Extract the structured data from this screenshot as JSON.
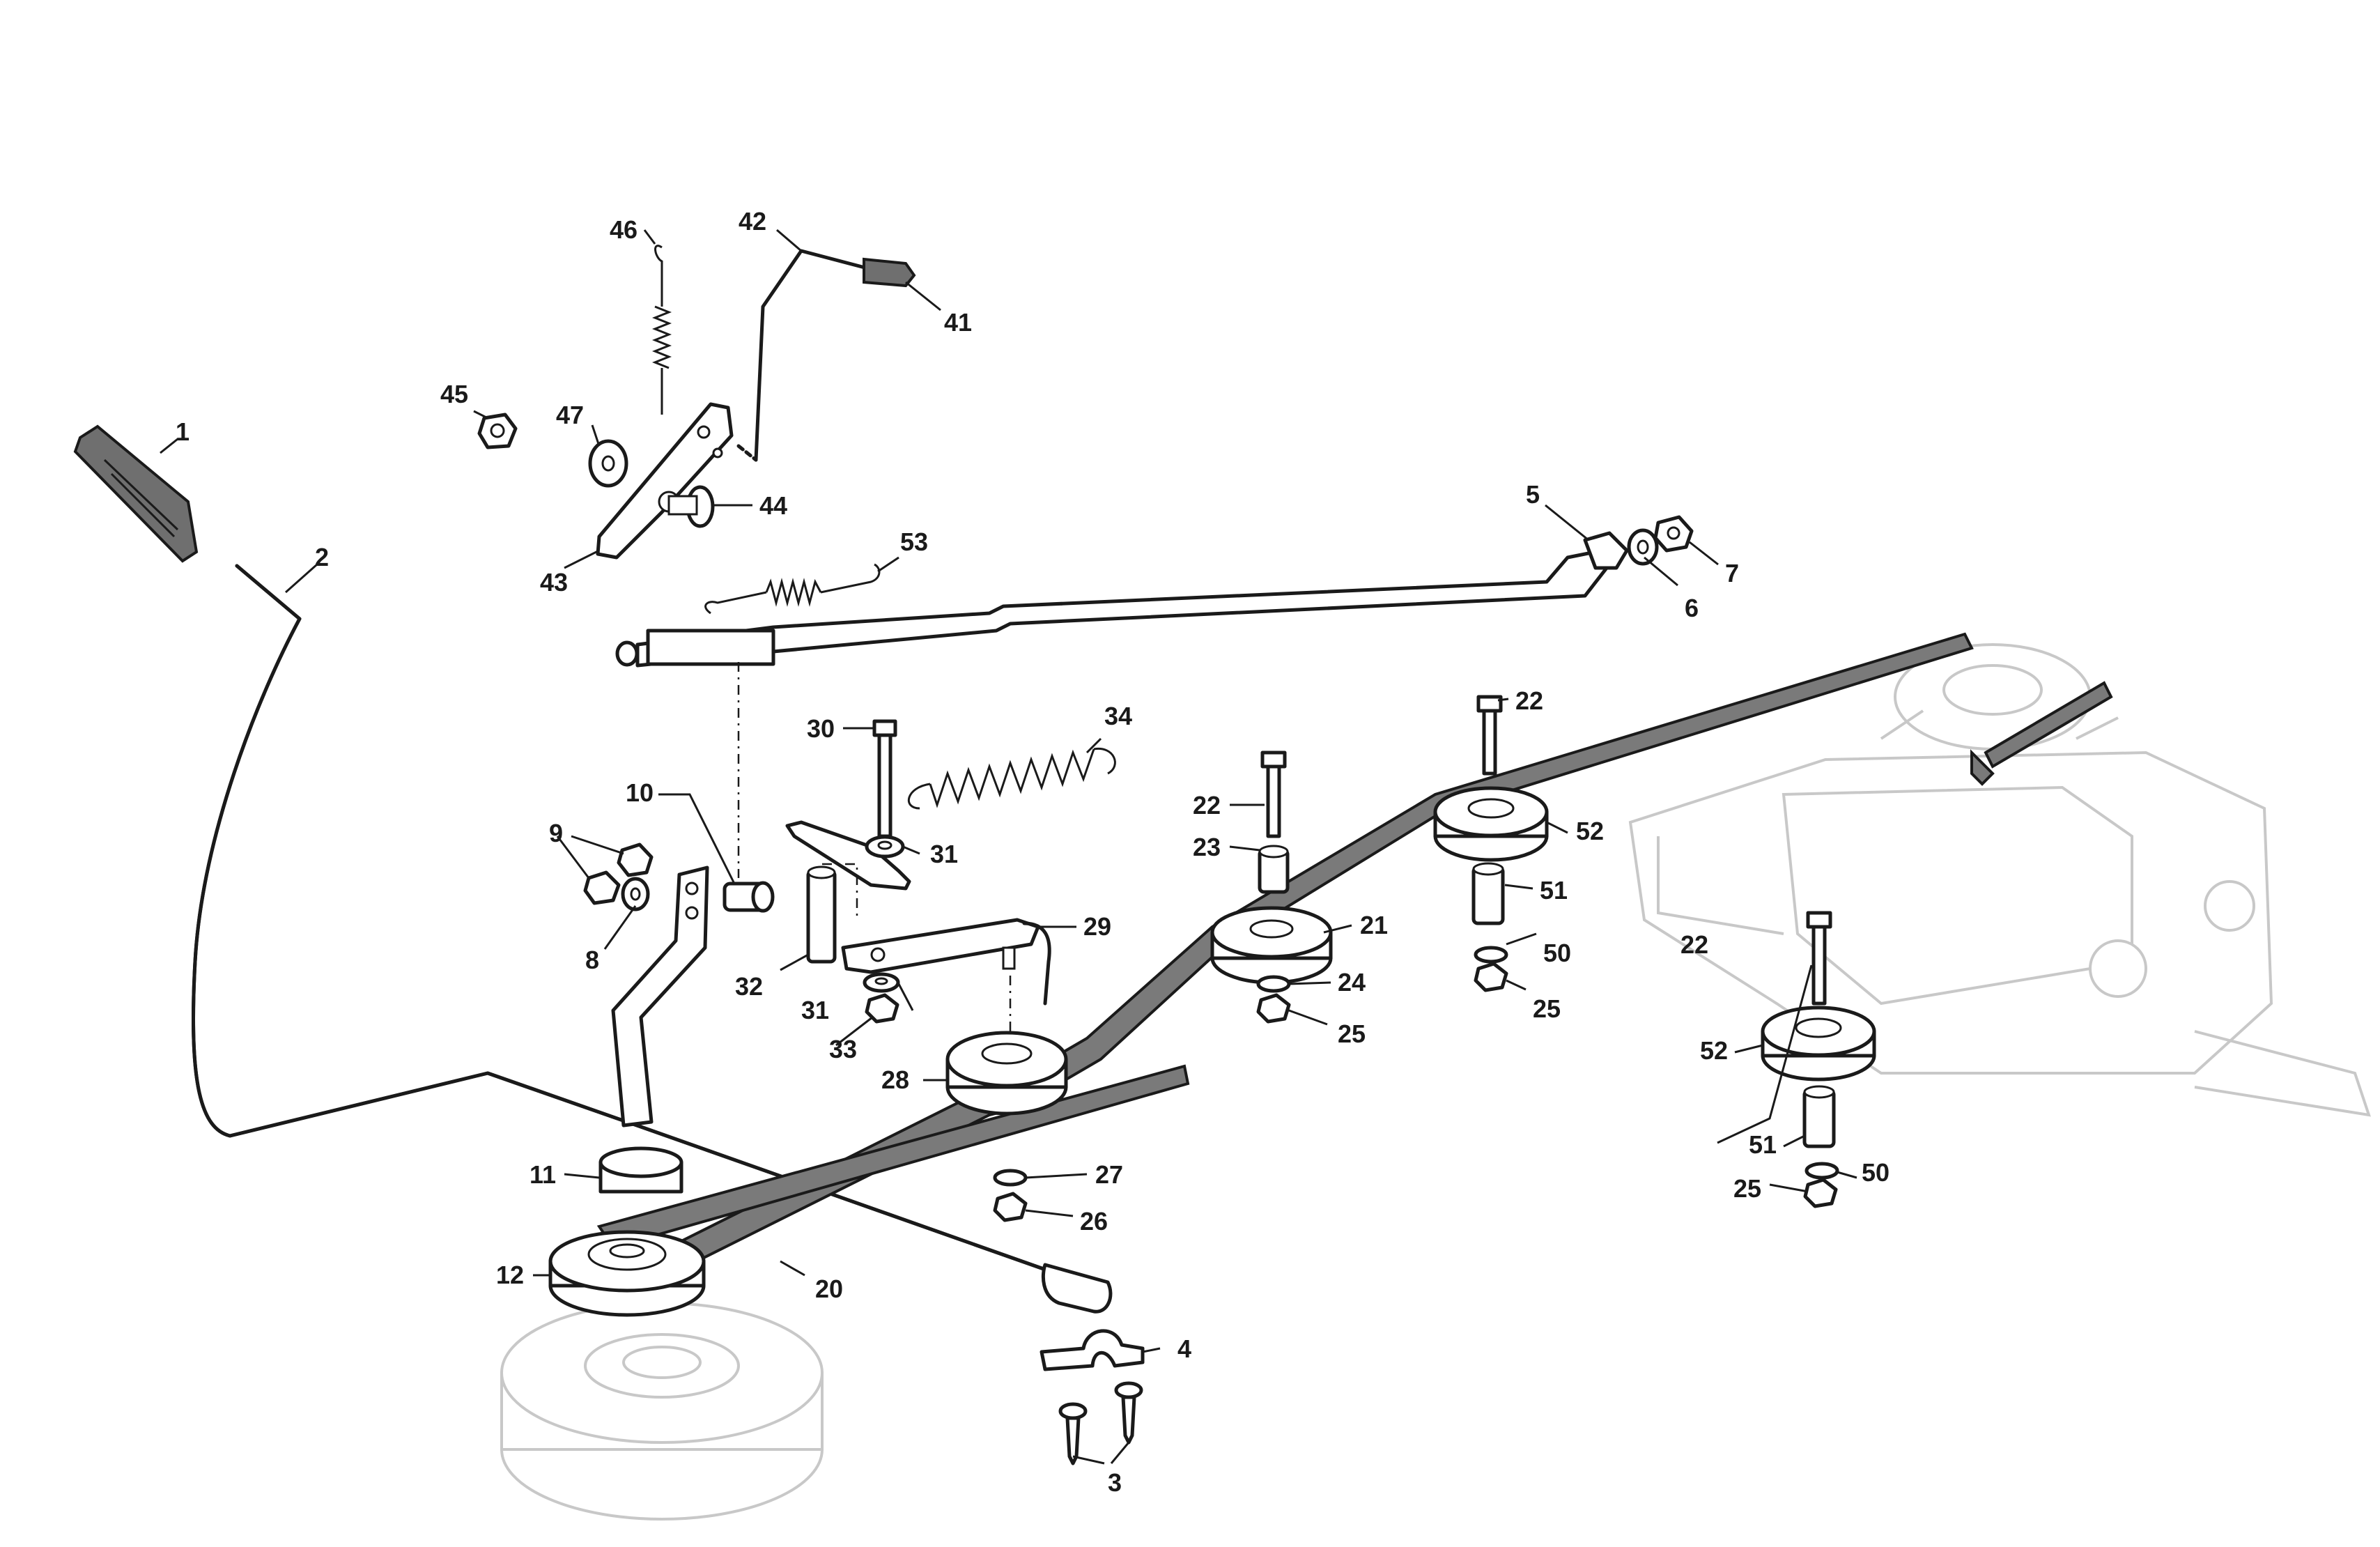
{
  "labels": {
    "l1": "1",
    "l2": "2",
    "l3": "3",
    "l4": "4",
    "l5": "5",
    "l6": "6",
    "l7": "7",
    "l8": "8",
    "l9": "9",
    "l10": "10",
    "l11": "11",
    "l12": "12",
    "l20": "20",
    "l21": "21",
    "l22a": "22",
    "l22b": "22",
    "l22c": "22",
    "l23": "23",
    "l24": "24",
    "l25a": "25",
    "l25b": "25",
    "l25c": "25",
    "l26": "26",
    "l27": "27",
    "l28": "28",
    "l29": "29",
    "l30": "30",
    "l31a": "31",
    "l31b": "31",
    "l32": "32",
    "l33": "33",
    "l34": "34",
    "l41": "41",
    "l42": "42",
    "l43": "43",
    "l44": "44",
    "l45": "45",
    "l46": "46",
    "l47": "47",
    "l50a": "50",
    "l50b": "50",
    "l51a": "51",
    "l51b": "51",
    "l52a": "52",
    "l52b": "52",
    "l53": "53"
  }
}
